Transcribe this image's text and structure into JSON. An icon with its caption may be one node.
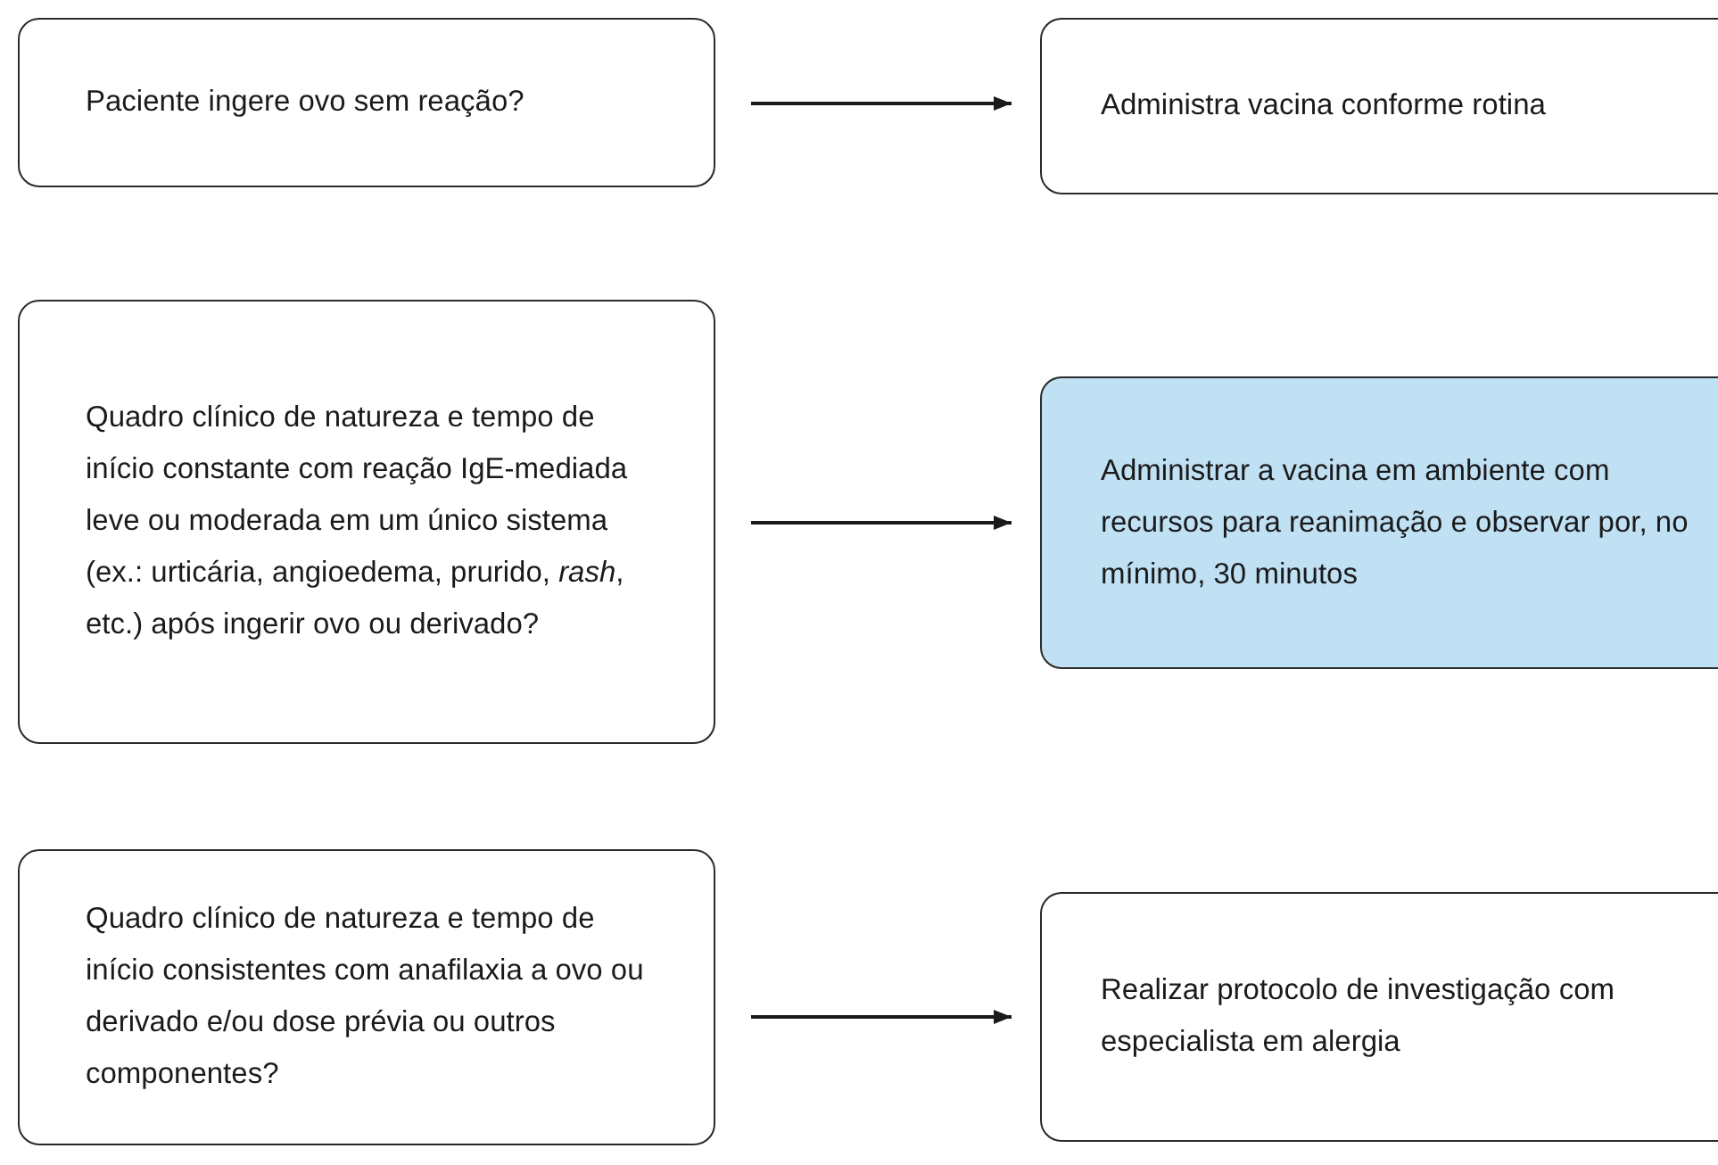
{
  "diagram": {
    "nodes": [
      {
        "text": [
          "Paciente ingere ovo sem reação?"
        ]
      },
      {
        "text": [
          "Administra vacina conforme rotina"
        ]
      },
      {
        "text": [
          "Quadro clínico de natureza e tempo de início constante com reação IgE-mediada leve ou moderada em um único sistema (ex.: urticária, angioedema, prurido, *rash*, etc.) após ingerir ovo ou derivado?"
        ]
      },
      {
        "text": [
          "Administrar a vacina em ambiente com recursos para reanimação e observar por, no mínimo, 30 minutos"
        ]
      },
      {
        "text": [
          "Quadro clínico de natureza e tempo de início consistentes com anafilaxia a ovo ou derivado e/ou dose prévia ou outros componentes?"
        ]
      },
      {
        "text": [
          "Realizar protocolo de investigação com especialista em alergia"
        ]
      }
    ],
    "edges": [
      {
        "from": 0,
        "to": 1,
        "arrow": "to"
      },
      {
        "from": 2,
        "to": 3,
        "arrow": "to"
      },
      {
        "from": 4,
        "to": 5,
        "arrow": "to"
      }
    ]
  }
}
